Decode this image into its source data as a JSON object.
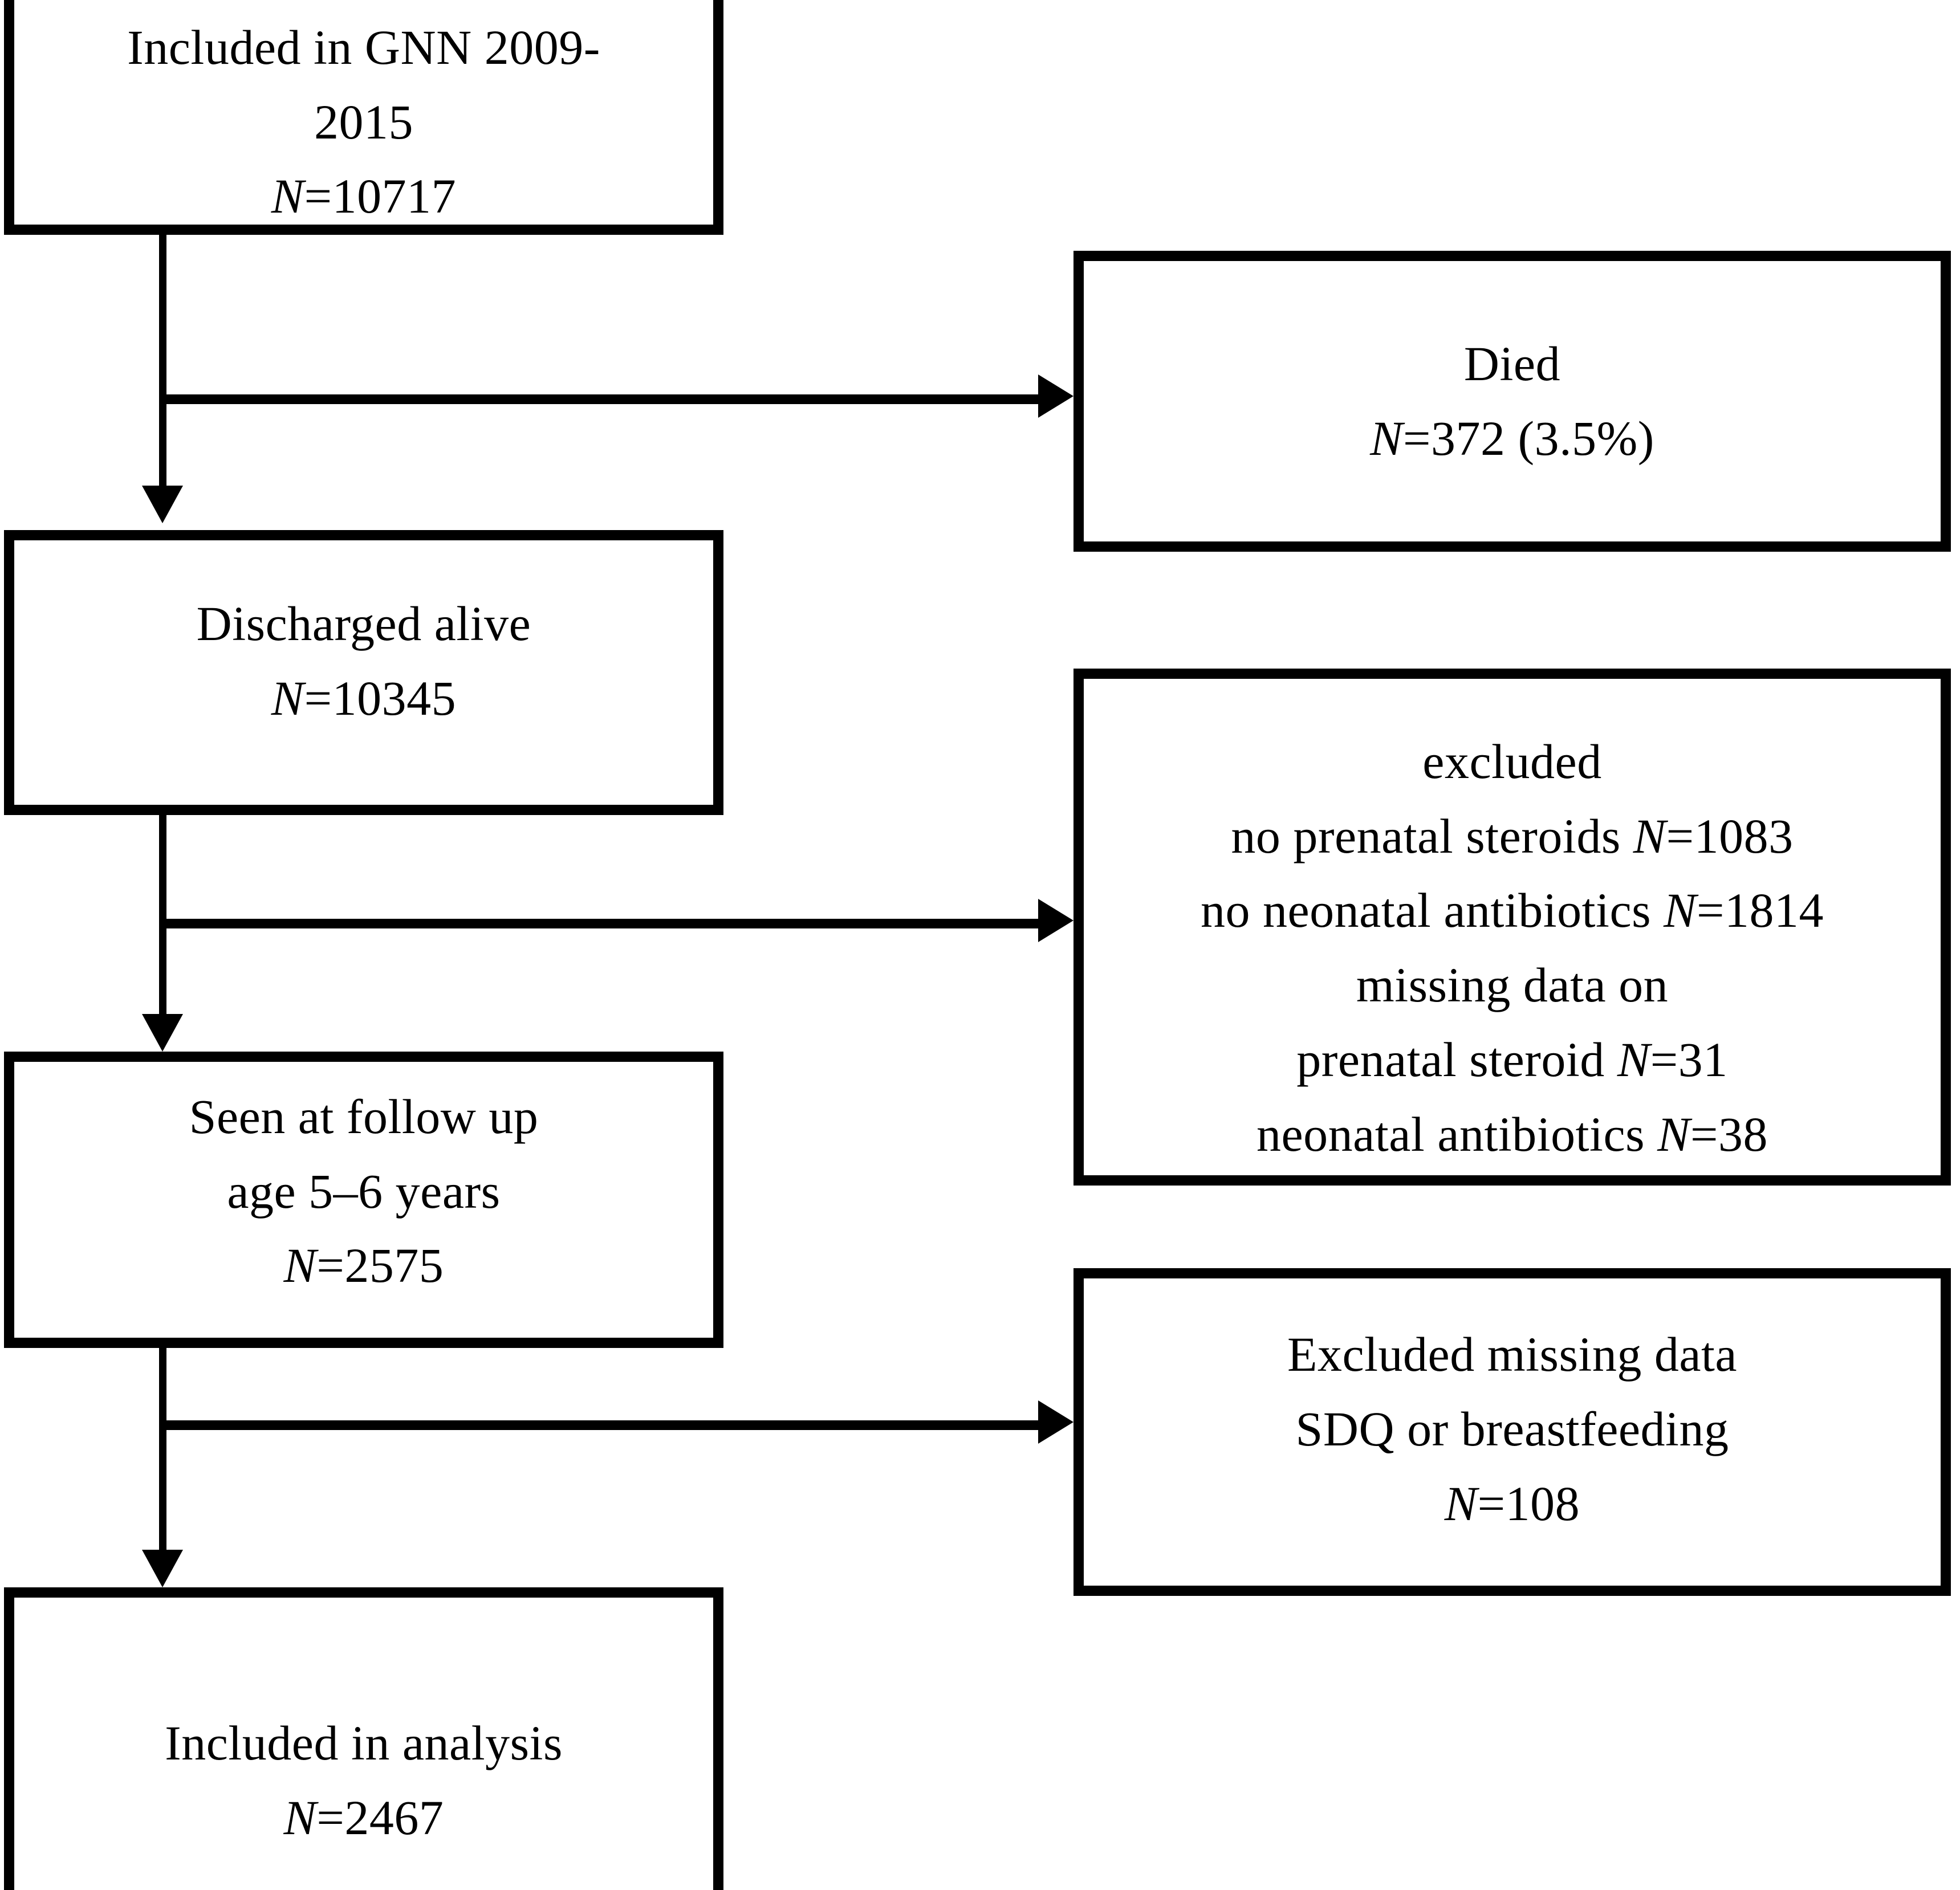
{
  "diagram": {
    "type": "study-flow-chart",
    "colors": {
      "stroke": "#000000",
      "fill": "#ffffff",
      "text": "#000000"
    },
    "boxes": [
      {
        "id": "included-gnn",
        "column": "left",
        "lines": [
          "Included in GNN 2009-",
          "2015",
          "N=10717"
        ],
        "n": 10717
      },
      {
        "id": "died",
        "column": "right",
        "lines": [
          "Died",
          "N=372 (3.5%)"
        ],
        "n": 372,
        "percent": "3.5%"
      },
      {
        "id": "discharged-alive",
        "column": "left",
        "lines": [
          "Discharged alive",
          "N=10345"
        ],
        "n": 10345
      },
      {
        "id": "excluded-criteria",
        "column": "right",
        "lines": [
          "excluded",
          "no prenatal steroids N=1083",
          "no neonatal antibiotics N=1814",
          "missing data on",
          "prenatal steroid N=31",
          "neonatal antibiotics N=38"
        ],
        "counts": {
          "no_prenatal_steroids": 1083,
          "no_neonatal_antibiotics": 1814,
          "missing_prenatal_steroid": 31,
          "missing_neonatal_antibiotics": 38
        }
      },
      {
        "id": "seen-followup",
        "column": "left",
        "lines": [
          "Seen at follow up",
          "age 5–6 years",
          "N=2575"
        ],
        "n": 2575
      },
      {
        "id": "excluded-missing",
        "column": "right",
        "lines": [
          "Excluded missing data",
          "SDQ or breastfeeding",
          "N=108"
        ],
        "n": 108
      },
      {
        "id": "included-analysis",
        "column": "left",
        "lines": [
          "Included in analysis",
          "N=2467"
        ],
        "n": 2467
      }
    ],
    "box_text": {
      "included_gnn_l1": "Included in GNN 2009-",
      "included_gnn_l2": "2015",
      "included_gnn_l3_var": "N",
      "included_gnn_l3_val": "=10717",
      "died_l1": "Died",
      "died_l2_var": "N",
      "died_l2_val": "=372 (3.5%)",
      "discharged_l1": "Discharged alive",
      "discharged_l2_var": "N",
      "discharged_l2_val": "=10345",
      "excluded_l1": "excluded",
      "excluded_l2_a": "no prenatal steroids ",
      "excluded_l2_var": "N",
      "excluded_l2_val": "=1083",
      "excluded_l3_a": "no neonatal antibiotics ",
      "excluded_l3_var": "N",
      "excluded_l3_val": "=1814",
      "excluded_l4": "missing data on",
      "excluded_l5_a": "prenatal steroid ",
      "excluded_l5_var": "N",
      "excluded_l5_val": "=31",
      "excluded_l6_a": "neonatal antibiotics ",
      "excluded_l6_var": "N",
      "excluded_l6_val": "=38",
      "seen_l1": "Seen at follow up",
      "seen_l2": "age 5–6 years",
      "seen_l3_var": "N",
      "seen_l3_val": "=2575",
      "missing_l1": "Excluded missing data",
      "missing_l2": "SDQ or breastfeeding",
      "missing_l3_var": "N",
      "missing_l3_val": "=108",
      "analysis_l1": "Included in analysis",
      "analysis_l2_var": "N",
      "analysis_l2_val": "=2467"
    },
    "connectors": [
      {
        "id": "gnn-to-discharged",
        "from": "included-gnn",
        "to": "discharged-alive",
        "direction": "down"
      },
      {
        "id": "gnn-to-died",
        "from": "included-gnn",
        "to": "died",
        "direction": "right"
      },
      {
        "id": "discharged-to-seen",
        "from": "discharged-alive",
        "to": "seen-followup",
        "direction": "down"
      },
      {
        "id": "discharged-to-excluded",
        "from": "discharged-alive",
        "to": "excluded-criteria",
        "direction": "right"
      },
      {
        "id": "seen-to-analysis",
        "from": "seen-followup",
        "to": "included-analysis",
        "direction": "down"
      },
      {
        "id": "seen-to-missing",
        "from": "seen-followup",
        "to": "excluded-missing",
        "direction": "right"
      }
    ]
  }
}
